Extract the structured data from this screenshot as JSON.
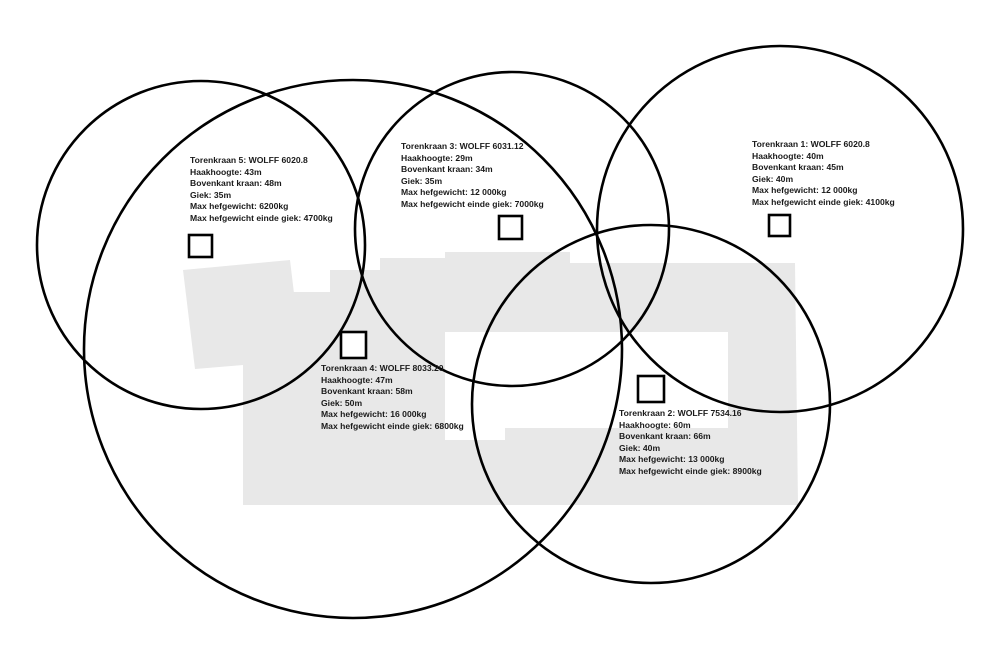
{
  "colors": {
    "background": "#ffffff",
    "building_footprint": "#e8e8e8",
    "line": "#000000",
    "text": "#1a1a1a"
  },
  "cranes": [
    {
      "id": "crane-1",
      "title": "Torenkraan 1: WOLFF 6020.8",
      "hook_height": "Haakhoogte: 40m",
      "top_height": "Bovenkant kraan: 45m",
      "jib": "Giek: 40m",
      "max_load": "Max hefgewicht: 12 000kg",
      "max_load_tip": "Max hefgewicht einde giek: 4100kg"
    },
    {
      "id": "crane-2",
      "title": "Torenkraan 2: WOLFF 7534.16",
      "hook_height": "Haakhoogte: 60m",
      "top_height": "Bovenkant kraan: 66m",
      "jib": "Giek: 40m",
      "max_load": "Max hefgewicht: 13 000kg",
      "max_load_tip": "Max hefgewicht einde giek: 8900kg"
    },
    {
      "id": "crane-3",
      "title": "Torenkraan 3: WOLFF 6031.12",
      "hook_height": "Haakhoogte: 29m",
      "top_height": "Bovenkant kraan: 34m",
      "jib": "Giek: 35m",
      "max_load": "Max hefgewicht: 12 000kg",
      "max_load_tip": "Max hefgewicht einde giek: 7000kg"
    },
    {
      "id": "crane-4",
      "title": "Torenkraan 4: WOLFF 8033.20",
      "hook_height": "Haakhoogte: 47m",
      "top_height": "Bovenkant kraan: 58m",
      "jib": "Giek: 50m",
      "max_load": "Max hefgewicht: 16 000kg",
      "max_load_tip": "Max hefgewicht einde giek: 6800kg"
    },
    {
      "id": "crane-5",
      "title": "Torenkraan 5: WOLFF 6020.8",
      "hook_height": "Haakhoogte: 43m",
      "top_height": "Bovenkant kraan: 48m",
      "jib": "Giek: 35m",
      "max_load": "Max hefgewicht: 6200kg",
      "max_load_tip": "Max hefgewicht einde giek: 4700kg"
    }
  ]
}
